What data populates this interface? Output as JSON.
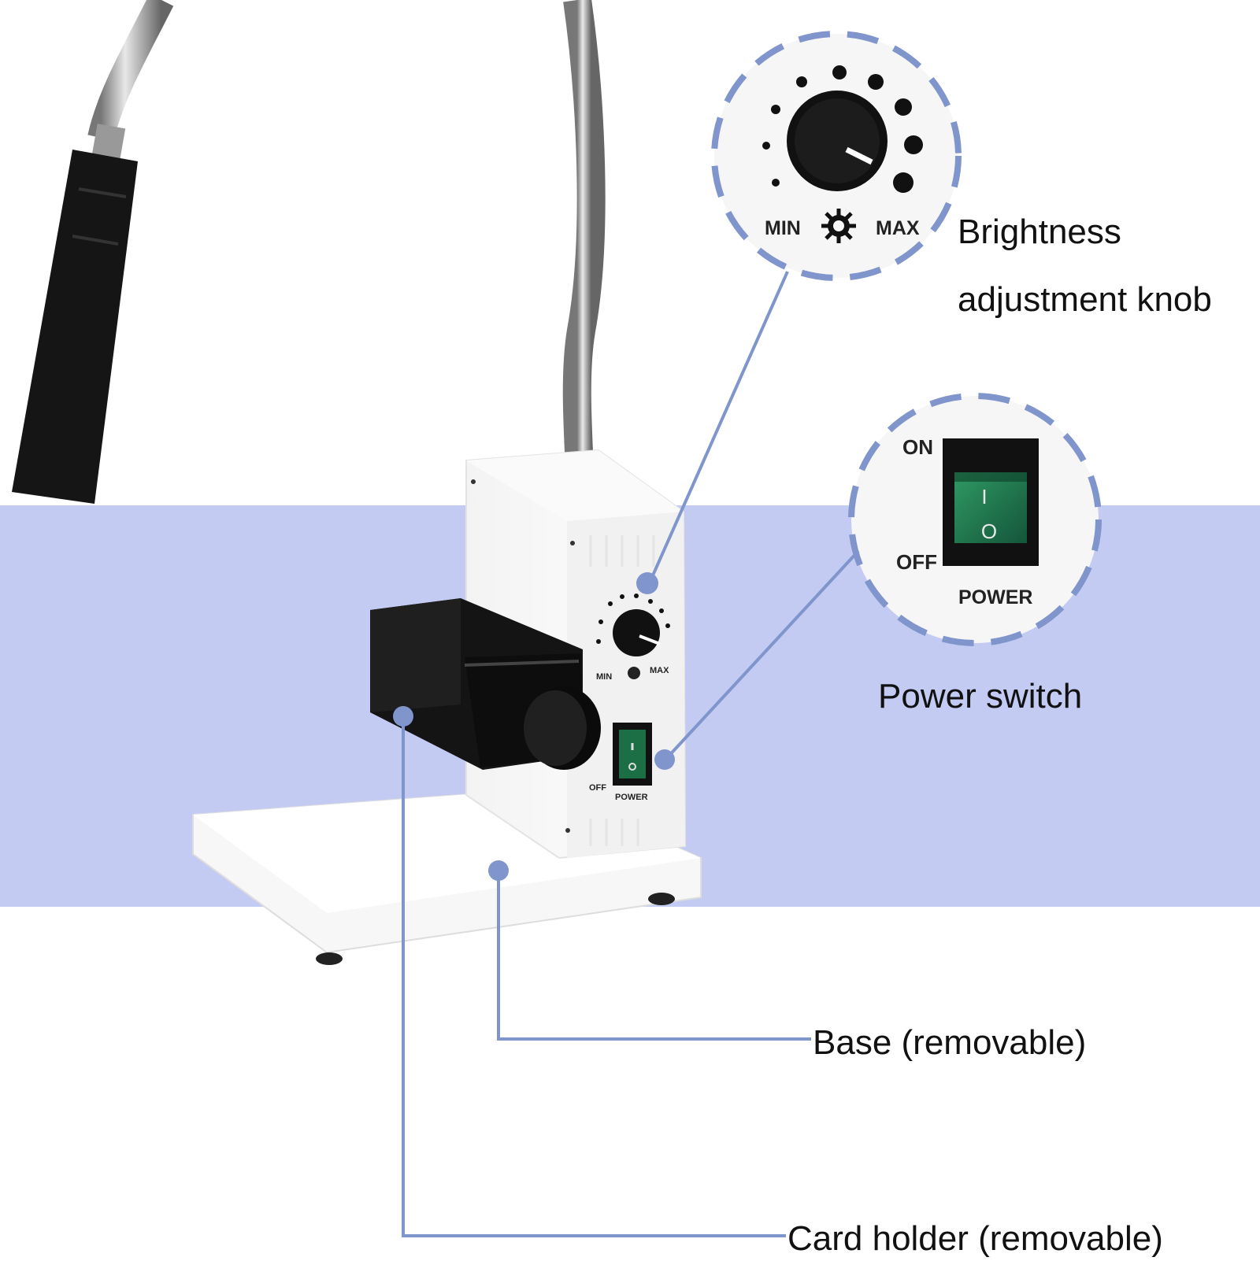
{
  "labels": {
    "brightness_line1": "Brightness",
    "brightness_line2": "adjustment knob",
    "power": "Power switch",
    "base": "Base (removable)",
    "card_holder": "Card holder (removable)"
  },
  "knob_zoom": {
    "min": "MIN",
    "max": "MAX"
  },
  "switch_zoom": {
    "on": "ON",
    "off": "OFF",
    "power": "POWER",
    "on_symbol": "I",
    "off_symbol": "O"
  },
  "device_small": {
    "min": "MIN",
    "max": "MAX",
    "off": "OFF",
    "power": "POWER"
  },
  "colors": {
    "band": "#c3cbf3",
    "callout": "#7f95cc",
    "switch_green": "#1f7a4a",
    "knob_black": "#111111"
  }
}
